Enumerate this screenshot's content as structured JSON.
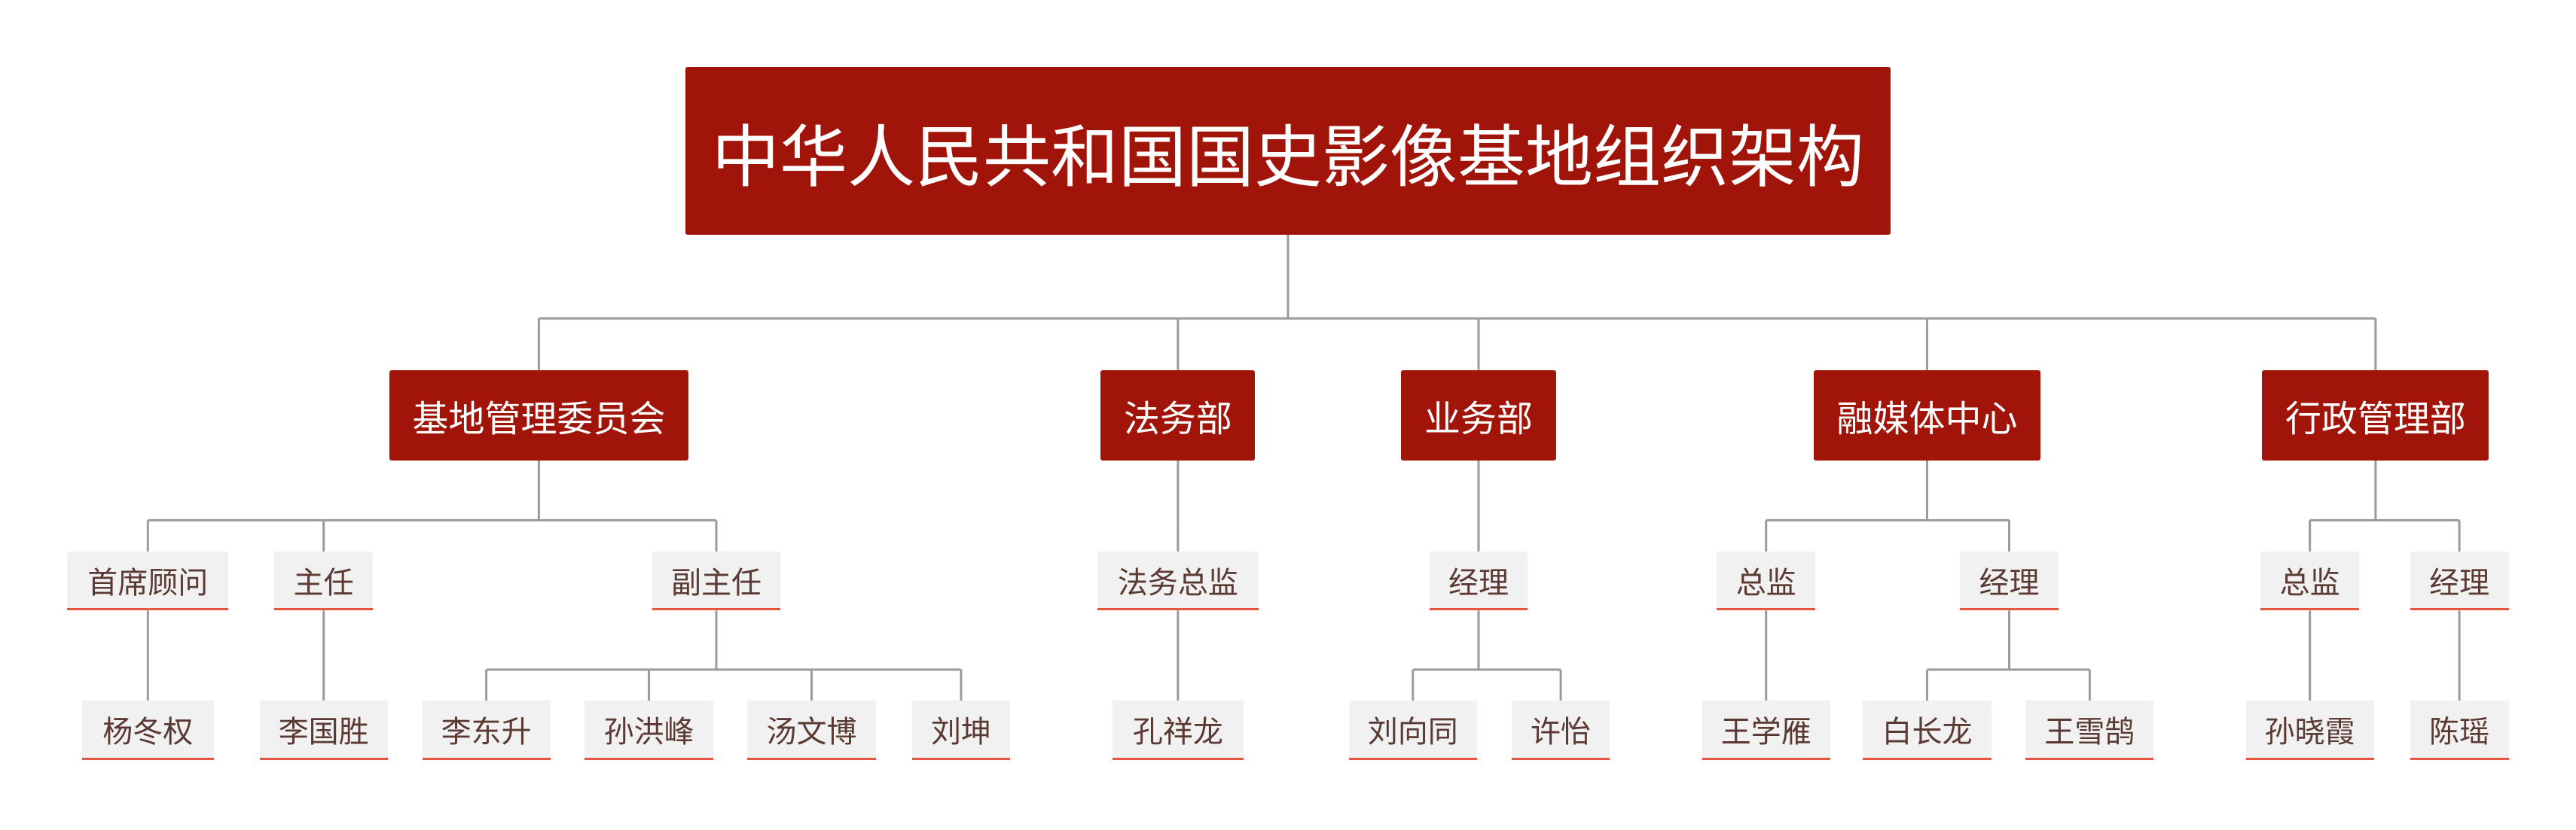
{
  "colors": {
    "primary_red": "#a11409",
    "leaf_background": "#f1f1f1",
    "leaf_underline": "#e6553f",
    "connector_line": "#9b9b9b"
  },
  "title": "中华人民共和国国史影像基地组织架构",
  "departments": [
    {
      "name": "基地管理委员会",
      "roles": [
        {
          "title": "首席顾问",
          "people": [
            "杨冬权"
          ]
        },
        {
          "title": "主任",
          "people": [
            "李国胜"
          ]
        },
        {
          "title": "副主任",
          "people": [
            "李东升",
            "孙洪峰",
            "汤文博",
            "刘坤"
          ]
        }
      ]
    },
    {
      "name": "法务部",
      "roles": [
        {
          "title": "法务总监",
          "people": [
            "孔祥龙"
          ]
        }
      ]
    },
    {
      "name": "业务部",
      "roles": [
        {
          "title": "经理",
          "people": [
            "刘向同",
            "许怡"
          ]
        }
      ]
    },
    {
      "name": "融媒体中心",
      "roles": [
        {
          "title": "总监",
          "people": [
            "王学雁"
          ]
        },
        {
          "title": "经理",
          "people": [
            "白长龙",
            "王雪鹄"
          ]
        }
      ]
    },
    {
      "name": "行政管理部",
      "roles": [
        {
          "title": "总监",
          "people": [
            "孙晓霞"
          ]
        },
        {
          "title": "经理",
          "people": [
            "陈瑶"
          ]
        }
      ]
    }
  ]
}
